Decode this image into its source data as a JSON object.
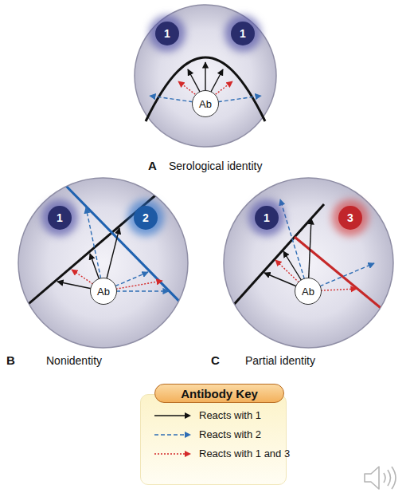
{
  "diagram": {
    "nodes": [
      {
        "text": [
          "A",
          "Serological identity"
        ]
      },
      {
        "text": [
          "1"
        ],
        "in": 0
      },
      {
        "text": [
          "1"
        ],
        "in": 0
      },
      {
        "text": [
          "Ab"
        ],
        "in": 0
      },
      {
        "text": [
          "B",
          "Nonidentity"
        ]
      },
      {
        "text": [
          "1"
        ],
        "in": 4
      },
      {
        "text": [
          "2"
        ],
        "in": 4
      },
      {
        "text": [
          "Ab"
        ],
        "in": 4
      },
      {
        "text": [
          "C",
          "Partial identity"
        ]
      },
      {
        "text": [
          "1"
        ],
        "in": 8
      },
      {
        "text": [
          "3"
        ],
        "in": 8
      },
      {
        "text": [
          "Ab"
        ],
        "in": 8
      }
    ],
    "labels": [
      "Antibody Key"
    ],
    "legend": [
      {
        "text": "Reacts with 1"
      },
      {
        "text": "Reacts with 2"
      },
      {
        "text": "Reacts with 1 and 3"
      }
    ]
  }
}
